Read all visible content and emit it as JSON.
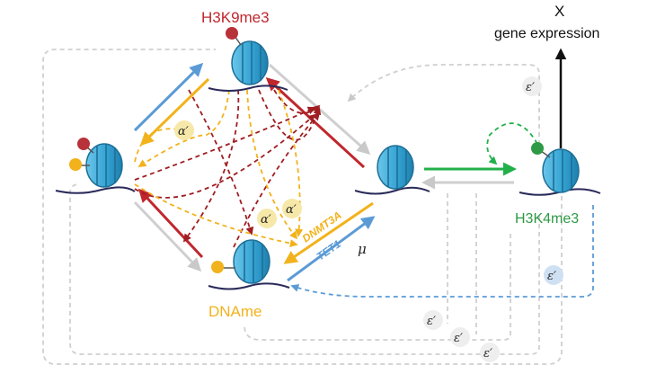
{
  "labels": {
    "h3k9": "H3K9me3",
    "dname": "DNAme",
    "h3k4": "H3K4me3",
    "x": "X",
    "gene_expression": "gene expression",
    "dnmt3a": "DNMT3A",
    "tet1": "TET1"
  },
  "symbols": {
    "alpha": "α′",
    "epsilon": "ε′",
    "mu": "μ"
  },
  "colors": {
    "h3k9_mark": "#b8323a",
    "dname_mark": "#f2b21b",
    "h3k4_mark": "#2e9a45",
    "nucleosome": "#3aa9d6",
    "nucleosome_dark": "#1d6f96",
    "red_arrow": "#c0272d",
    "dark_red_dash": "#a01d22",
    "yellow_arrow": "#f2b21b",
    "blue_arrow": "#5b9bd5",
    "green_arrow": "#22b04a",
    "grey_arrow": "#cfcfcf",
    "dna": "#2a2a5a"
  }
}
